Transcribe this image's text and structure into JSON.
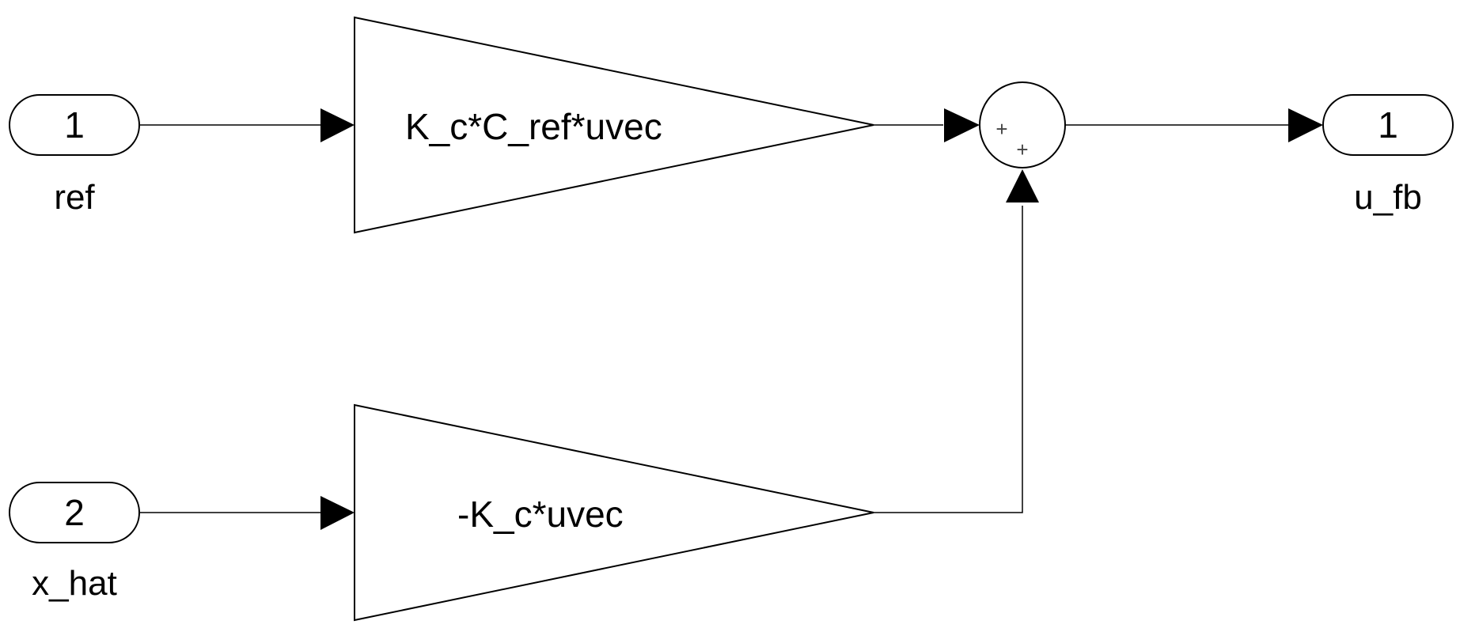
{
  "inports": [
    {
      "number": "1",
      "name": "ref"
    },
    {
      "number": "2",
      "name": "x_hat"
    }
  ],
  "gains": [
    {
      "expression": "K_c*C_ref*uvec"
    },
    {
      "expression": "-K_c*uvec"
    }
  ],
  "sum": {
    "signs": [
      "+",
      "+"
    ]
  },
  "outports": [
    {
      "number": "1",
      "name": "u_fb"
    }
  ]
}
